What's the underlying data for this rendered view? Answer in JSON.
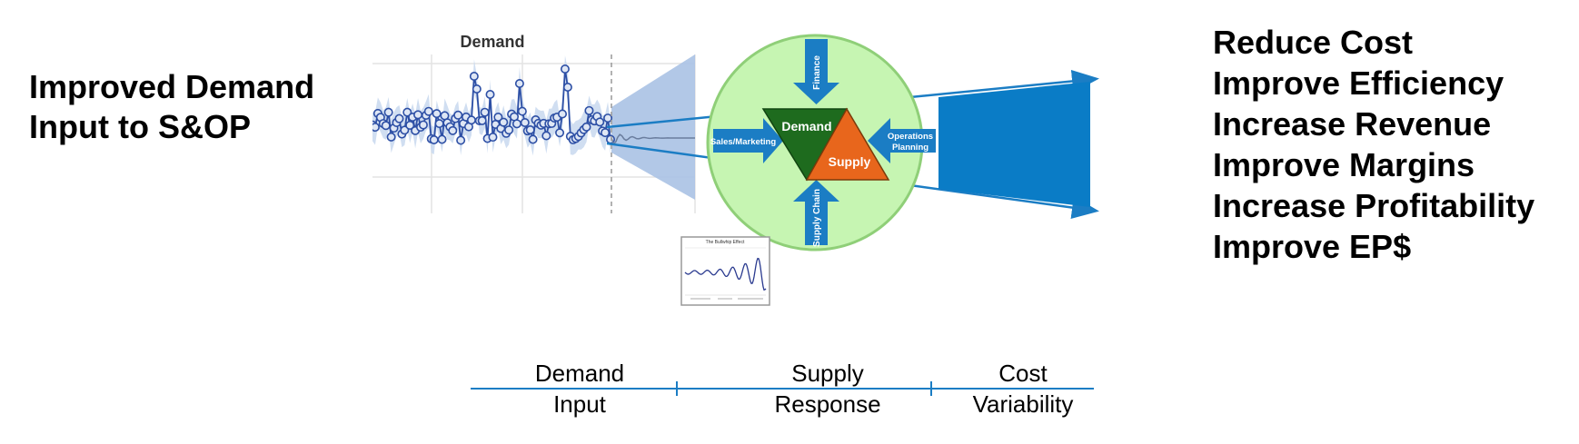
{
  "left_title": {
    "line1": "Improved Demand",
    "line2": "Input to S&OP"
  },
  "demand_chart": {
    "title": "Demand"
  },
  "sop_wheel": {
    "inputs": [
      "Finance",
      "Sales/Marketing",
      "Operations Planning",
      "Supply Chain"
    ],
    "demand_label": "Demand",
    "supply_label": "Supply",
    "colors": {
      "circle": "#c6f5b2",
      "arrow": "#1b7dc4",
      "demand": "#1e6b1e",
      "supply": "#e8661c"
    }
  },
  "bullwhip_thumbnail": {
    "title": "The Bullwhip Effect"
  },
  "benefits": [
    "Reduce Cost",
    "Improve Efficiency",
    "Increase Revenue",
    "Improve Margins",
    "Increase Profitability",
    "Improve EP$"
  ],
  "timeline": {
    "stages": [
      {
        "line1": "Demand",
        "line2": "Input"
      },
      {
        "line1": "Supply",
        "line2": "Response"
      },
      {
        "line1": "Cost",
        "line2": "Variability"
      }
    ]
  }
}
